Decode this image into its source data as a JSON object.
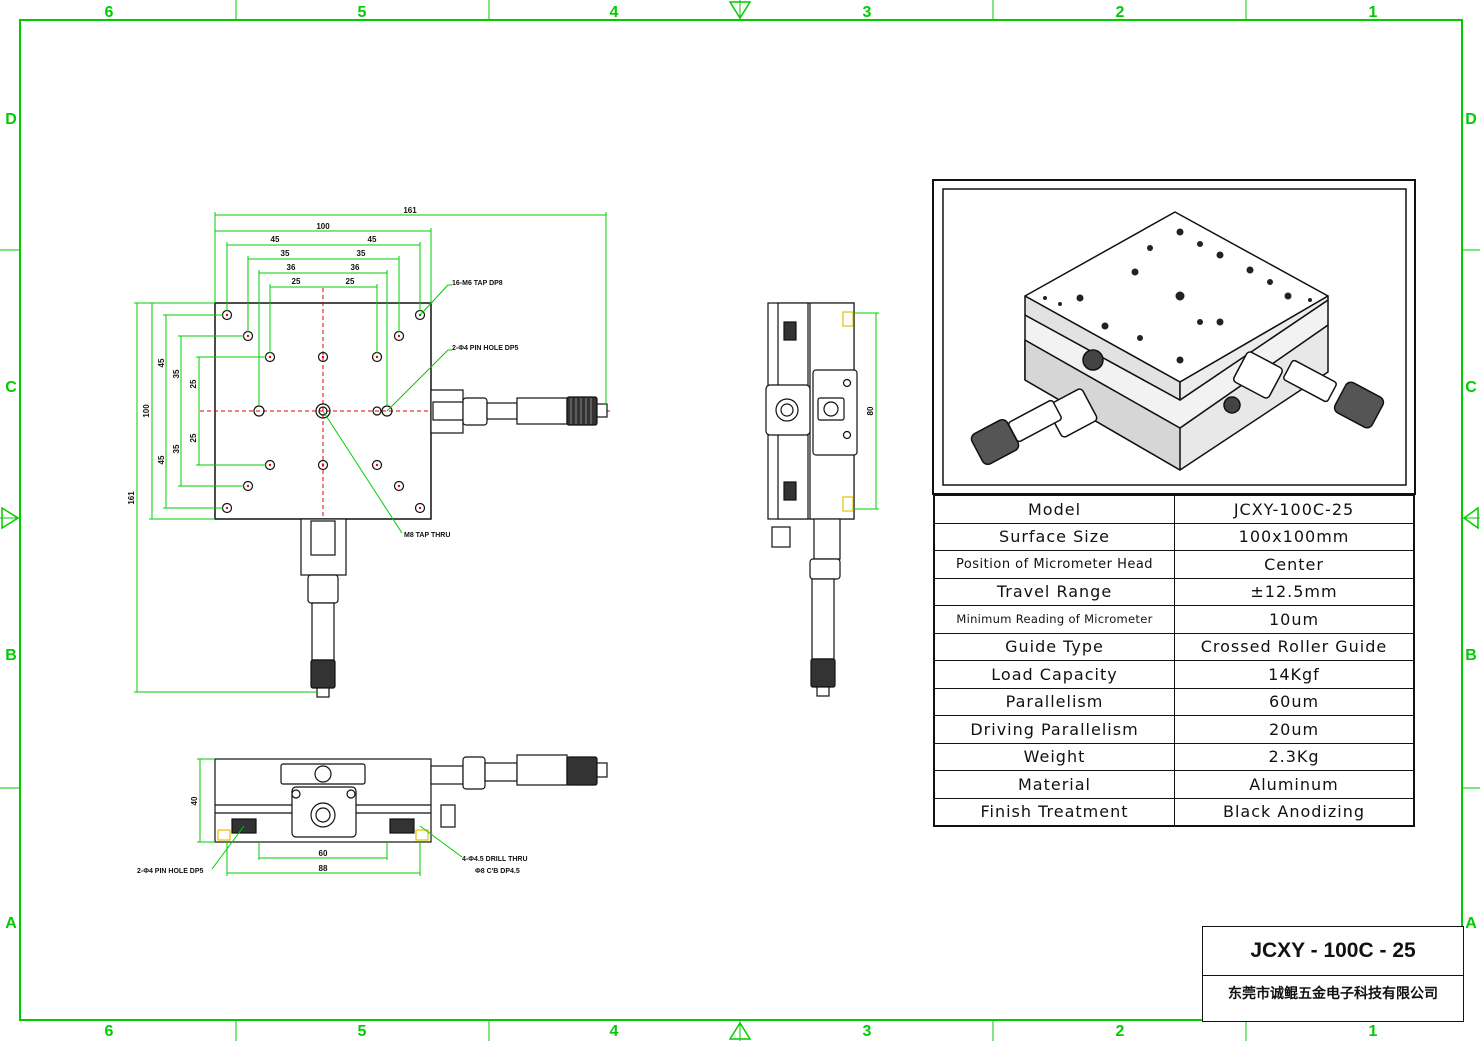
{
  "frame": {
    "zone_columns": [
      "6",
      "5",
      "4",
      "3",
      "2",
      "1"
    ],
    "zone_rows": [
      "D",
      "C",
      "B",
      "A"
    ],
    "border_color": "#00cc00"
  },
  "top_view": {
    "dimensions": {
      "overall_width": "161",
      "surface_width": "100",
      "pitch_45": "45",
      "pitch_35": "35",
      "pitch_36": "36",
      "pitch_25": "25",
      "left_100": "100",
      "left_45": "45",
      "left_35": "35",
      "left_25": "25",
      "overall_height": "161"
    },
    "callouts": {
      "tap_holes": "16-M6 TAP DP8",
      "pin_holes": "2-Φ4 PIN HOLE DP5",
      "center_tap": "M8 TAP THRU"
    }
  },
  "side_view": {
    "dimensions": {
      "height_80": "80"
    }
  },
  "front_view": {
    "dimensions": {
      "height_40": "40",
      "width_60": "60",
      "width_88": "88"
    },
    "callouts": {
      "pin_holes": "2-Φ4 PIN HOLE DP5",
      "drill_line1": "4-Φ4.5 DRILL THRU",
      "drill_line2": "Φ8 C'B DP4.5"
    }
  },
  "specs": [
    {
      "key": "Model",
      "value": "JCXY-100C-25"
    },
    {
      "key": "Surface Size",
      "value": "100x100mm"
    },
    {
      "key": "Position of Micrometer Head",
      "value": "Center"
    },
    {
      "key": "Travel Range",
      "value": "±12.5mm"
    },
    {
      "key": "Minimum Reading of Micrometer",
      "value": "10um"
    },
    {
      "key": "Guide Type",
      "value": "Crossed Roller Guide"
    },
    {
      "key": "Load Capacity",
      "value": "14Kgf"
    },
    {
      "key": "Parallelism",
      "value": "60um"
    },
    {
      "key": "Driving Parallelism",
      "value": "20um"
    },
    {
      "key": "Weight",
      "value": "2.3Kg"
    },
    {
      "key": "Material",
      "value": "Aluminum"
    },
    {
      "key": "Finish Treatment",
      "value": "Black Anodizing"
    }
  ],
  "title_block": {
    "model": "JCXY - 100C - 25",
    "company": "东莞市诚鲲五金电子科技有限公司"
  }
}
